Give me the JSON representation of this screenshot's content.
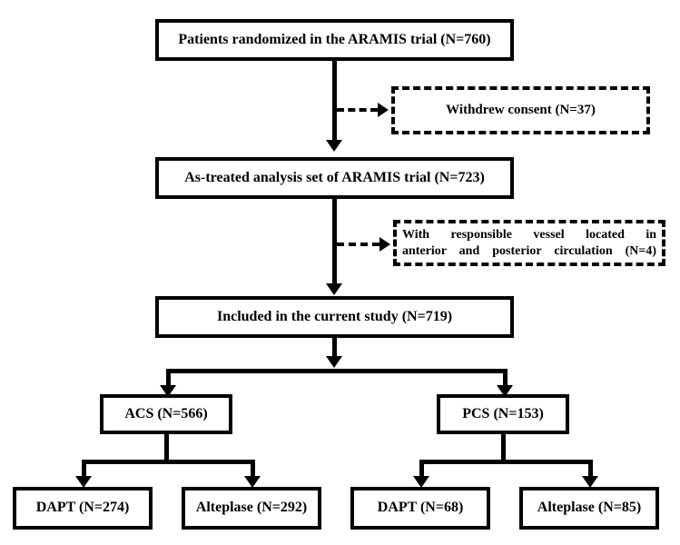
{
  "diagram": {
    "title": "ARAMIS trial patient flow diagram",
    "type": "flowchart",
    "colors": {
      "line": "#000000",
      "box_fill": "#ffffff",
      "background": "#ffffff"
    },
    "nodes": [
      {
        "id": "randomized",
        "label": "Patients randomized in the ARAMIS trial (N=760)",
        "n": 760,
        "style": "solid",
        "level": 1
      },
      {
        "id": "withdrew",
        "label": "Withdrew consent (N=37)",
        "n": 37,
        "style": "dashed",
        "level": 1,
        "kind": "exclusion"
      },
      {
        "id": "as-treated",
        "label": "As-treated analysis set of ARAMIS trial (N=723)",
        "n": 723,
        "style": "solid",
        "level": 2
      },
      {
        "id": "both-circulation",
        "label_line1": "With responsible vessel located in",
        "label_line2": "anterior and posterior circulation (N=4)",
        "n": 4,
        "style": "dashed",
        "level": 2,
        "kind": "exclusion"
      },
      {
        "id": "included",
        "label": "Included in the current study (N=719)",
        "n": 719,
        "style": "solid",
        "level": 3
      },
      {
        "id": "acs",
        "label": "ACS (N=566)",
        "n": 566,
        "style": "solid",
        "level": 4
      },
      {
        "id": "pcs",
        "label": "PCS (N=153)",
        "n": 153,
        "style": "solid",
        "level": 4
      },
      {
        "id": "acs-dapt",
        "label": "DAPT (N=274)",
        "n": 274,
        "style": "solid",
        "level": 5
      },
      {
        "id": "acs-alteplase",
        "label": "Alteplase (N=292)",
        "n": 292,
        "style": "solid",
        "level": 5
      },
      {
        "id": "pcs-dapt",
        "label": "DAPT (N=68)",
        "n": 68,
        "style": "solid",
        "level": 5
      },
      {
        "id": "pcs-alteplase",
        "label": "Alteplase (N=85)",
        "n": 85,
        "style": "solid",
        "level": 5
      }
    ],
    "edges": [
      {
        "from": "randomized",
        "to": "as-treated",
        "style": "solid"
      },
      {
        "from": "randomized",
        "to": "withdrew",
        "style": "dashed"
      },
      {
        "from": "as-treated",
        "to": "included",
        "style": "solid"
      },
      {
        "from": "as-treated",
        "to": "both-circulation",
        "style": "dashed"
      },
      {
        "from": "included",
        "to": "acs",
        "style": "solid"
      },
      {
        "from": "included",
        "to": "pcs",
        "style": "solid"
      },
      {
        "from": "acs",
        "to": "acs-dapt",
        "style": "solid"
      },
      {
        "from": "acs",
        "to": "acs-alteplase",
        "style": "solid"
      },
      {
        "from": "pcs",
        "to": "pcs-dapt",
        "style": "solid"
      },
      {
        "from": "pcs",
        "to": "pcs-alteplase",
        "style": "solid"
      }
    ]
  }
}
